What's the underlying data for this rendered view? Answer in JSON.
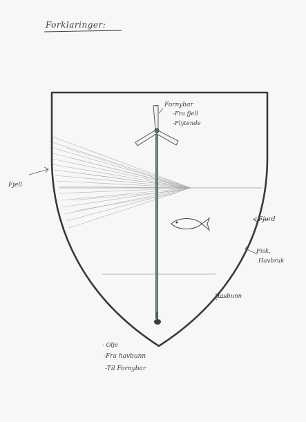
{
  "title": "Forklaringer:",
  "labels": {
    "fornybar": [
      "Fornybar",
      "-Fra fjell",
      "-Flytende"
    ],
    "fjell": "Fjell",
    "fjord": "Fjord",
    "fisk": [
      "Fisk,",
      "Havbruk"
    ],
    "havbunn": "Havbunn",
    "olje": [
      "- Olje",
      "-Fra havbunn",
      "-Til Fornybar"
    ]
  }
}
